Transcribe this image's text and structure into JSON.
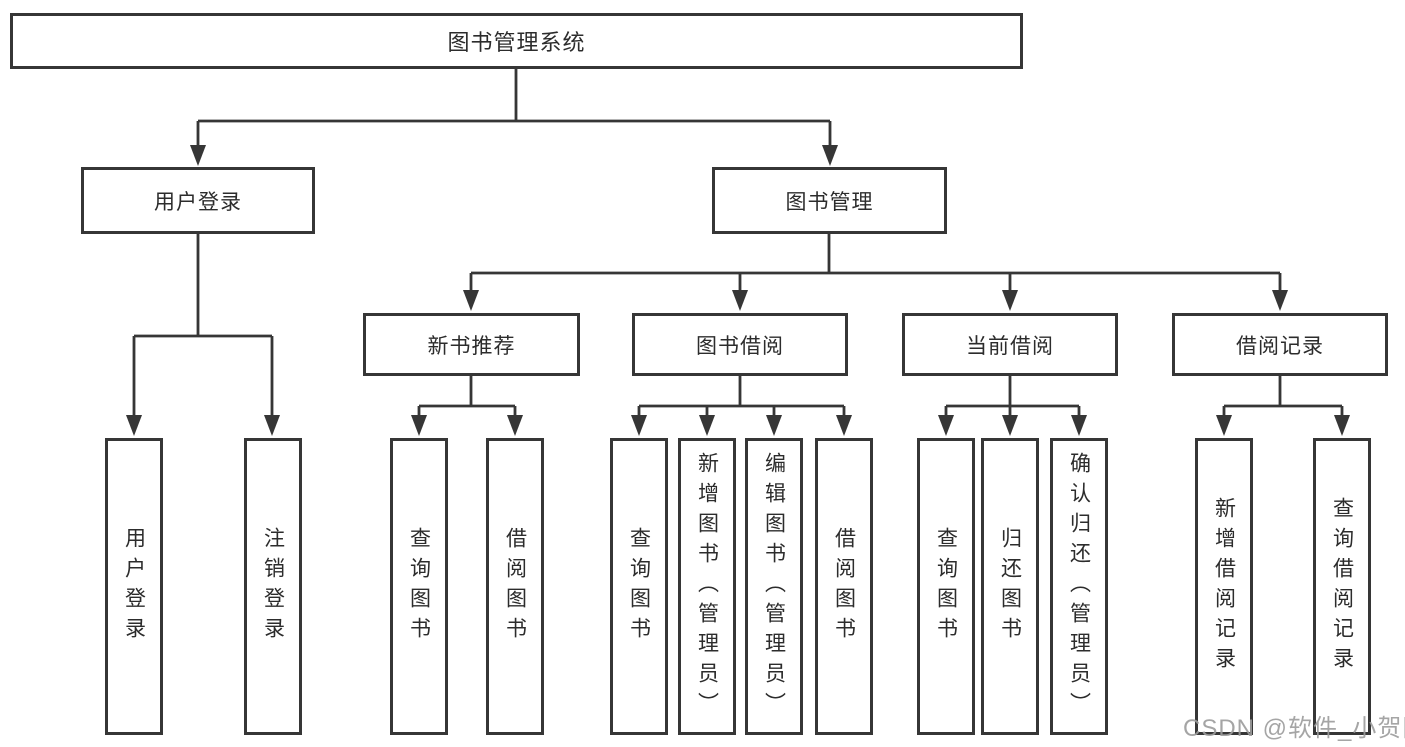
{
  "diagram": {
    "root": {
      "label": "图书管理系统"
    },
    "branches": [
      {
        "label": "用户登录",
        "children": [
          {
            "label": "用户登录"
          },
          {
            "label": "注销登录"
          }
        ]
      },
      {
        "label": "图书管理",
        "children": [
          {
            "label": "新书推荐",
            "children": [
              {
                "label": "查询图书"
              },
              {
                "label": "借阅图书"
              }
            ]
          },
          {
            "label": "图书借阅",
            "children": [
              {
                "label": "查询图书"
              },
              {
                "label": "新增图书（管理员）"
              },
              {
                "label": "编辑图书（管理员）"
              },
              {
                "label": "借阅图书"
              }
            ]
          },
          {
            "label": "当前借阅",
            "children": [
              {
                "label": "查询图书"
              },
              {
                "label": "归还图书"
              },
              {
                "label": "确认归还（管理员）"
              }
            ]
          },
          {
            "label": "借阅记录",
            "children": [
              {
                "label": "新增借阅记录"
              },
              {
                "label": "查询借阅记录"
              }
            ]
          }
        ]
      }
    ],
    "watermark": "CSDN @软件_小贺同学",
    "colors": {
      "line": "#363636",
      "text": "#2c2c2c",
      "watermark": "#9c9c9c",
      "background": "#ffffff"
    }
  }
}
